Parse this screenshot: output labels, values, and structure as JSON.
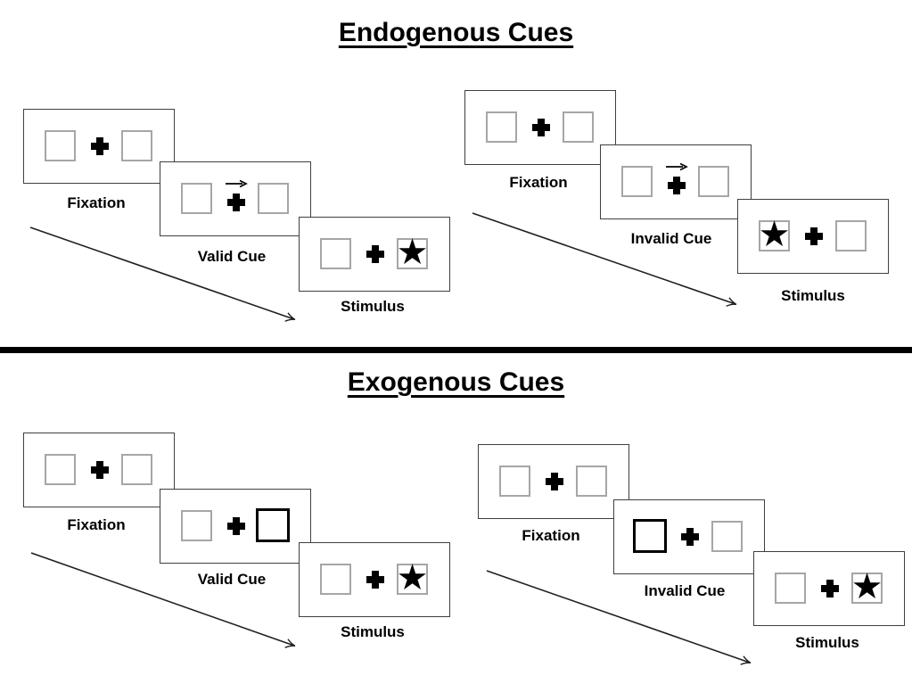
{
  "colors": {
    "background": "#ffffff",
    "ink": "#000000",
    "panel_border": "#3f3f3f",
    "box_border": "#a6a6a6",
    "cue_highlight_border": "#000000"
  },
  "symbols": {
    "fixation_cross": "+",
    "stimulus_star": "★",
    "endogenous_cue_arrow": "→",
    "endogenous_cue_arrow_direction": "right"
  },
  "sections": [
    {
      "title": "Endogenous Cues",
      "trials": [
        {
          "name": "valid",
          "frames": [
            {
              "label": "Fixation",
              "kind": "fixation"
            },
            {
              "label": "Valid Cue",
              "kind": "arrow-cue",
              "cue_direction": "right"
            },
            {
              "label": "Stimulus",
              "kind": "stimulus",
              "star_side": "right"
            }
          ]
        },
        {
          "name": "invalid",
          "frames": [
            {
              "label": "Fixation",
              "kind": "fixation"
            },
            {
              "label": "Invalid Cue",
              "kind": "arrow-cue",
              "cue_direction": "right"
            },
            {
              "label": "Stimulus",
              "kind": "stimulus",
              "star_side": "left"
            }
          ]
        }
      ]
    },
    {
      "title": "Exogenous Cues",
      "trials": [
        {
          "name": "valid",
          "frames": [
            {
              "label": "Fixation",
              "kind": "fixation"
            },
            {
              "label": "Valid Cue",
              "kind": "box-cue",
              "cue_side": "right"
            },
            {
              "label": "Stimulus",
              "kind": "stimulus",
              "star_side": "right"
            }
          ]
        },
        {
          "name": "invalid",
          "frames": [
            {
              "label": "Fixation",
              "kind": "fixation"
            },
            {
              "label": "Invalid Cue",
              "kind": "box-cue",
              "cue_side": "left"
            },
            {
              "label": "Stimulus",
              "kind": "stimulus",
              "star_side": "right"
            }
          ]
        }
      ]
    }
  ]
}
